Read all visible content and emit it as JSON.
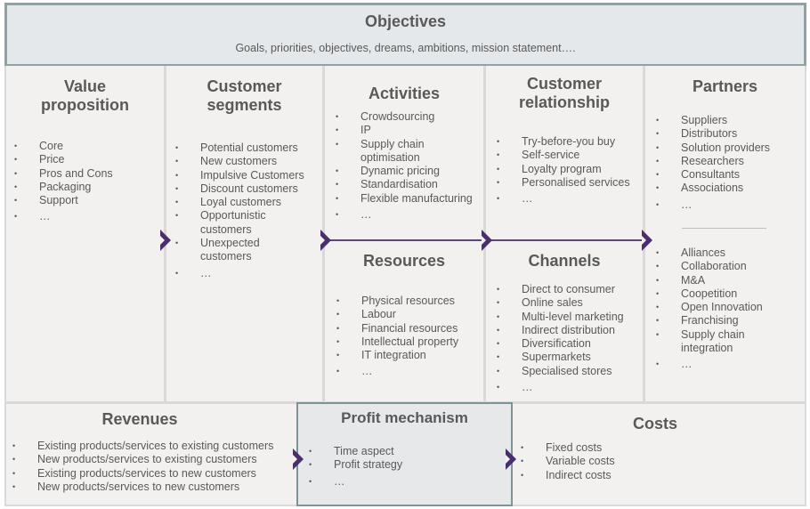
{
  "objectives": {
    "title": "Objectives",
    "subtitle": "Goals, priorities, objectives, dreams, ambitions, mission statement…."
  },
  "value_proposition": {
    "title_line1": "Value",
    "title_line2": "proposition",
    "items": [
      "Core",
      "Price",
      "Pros and Cons",
      "Packaging",
      "Support",
      "…"
    ]
  },
  "customer_segments": {
    "title_line1": "Customer",
    "title_line2": "segments",
    "items": [
      [
        "Potential customers"
      ],
      [
        "New customers"
      ],
      [
        "Impulsive Customers"
      ],
      [
        "Discount customers"
      ],
      [
        "Loyal customers"
      ],
      [
        "Opportunistic",
        "customers"
      ],
      [
        "Unexpected",
        "customers"
      ],
      [
        "…"
      ]
    ]
  },
  "activities": {
    "title": "Activities",
    "items": [
      [
        "Crowdsourcing"
      ],
      [
        "IP"
      ],
      [
        "Supply chain",
        "optimisation"
      ],
      [
        "Dynamic pricing"
      ],
      [
        "Standardisation"
      ],
      [
        "Flexible manufacturing"
      ],
      [
        "…"
      ]
    ]
  },
  "customer_relationship": {
    "title_line1": "Customer",
    "title_line2": "relationship",
    "items": [
      "Try-before-you buy",
      "Self-service",
      "Loyalty program",
      "Personalised services",
      "…"
    ]
  },
  "partners": {
    "title": "Partners",
    "items_top": [
      "Suppliers",
      "Distributors",
      "Solution providers",
      "Researchers",
      "Consultants",
      "Associations",
      "…"
    ],
    "items_bottom": [
      [
        "Alliances"
      ],
      [
        "Collaboration"
      ],
      [
        "M&A"
      ],
      [
        "Coopetition"
      ],
      [
        "Open Innovation"
      ],
      [
        "Franchising"
      ],
      [
        "Supply chain",
        "integration"
      ],
      [
        "…"
      ]
    ]
  },
  "resources": {
    "title": "Resources",
    "items": [
      "Physical resources",
      "Labour",
      "Financial resources",
      "Intellectual property",
      "IT integration",
      "…"
    ]
  },
  "channels": {
    "title": "Channels",
    "items": [
      "Direct to consumer",
      "Online sales",
      "Multi-level marketing",
      "Indirect distribution",
      "Diversification",
      "Supermarkets",
      "Specialised stores",
      "…"
    ]
  },
  "revenues": {
    "title": "Revenues",
    "items": [
      "Existing products/services to existing customers",
      "New products/services to existing customers",
      "Existing products/services to new customers",
      "New products/services to new customers"
    ]
  },
  "profit_mechanism": {
    "title": "Profit mechanism",
    "items": [
      "Time aspect",
      "Profit strategy",
      "…"
    ]
  },
  "costs": {
    "title": "Costs",
    "items": [
      "Fixed costs",
      "Variable costs",
      "Indirect costs"
    ]
  },
  "colors": {
    "panel": "#f2f1ef",
    "objectives_bg": "#e5e8ea",
    "objectives_border": "#8fa2a6",
    "arrow": "#4b2e6e",
    "text": "#595959"
  }
}
